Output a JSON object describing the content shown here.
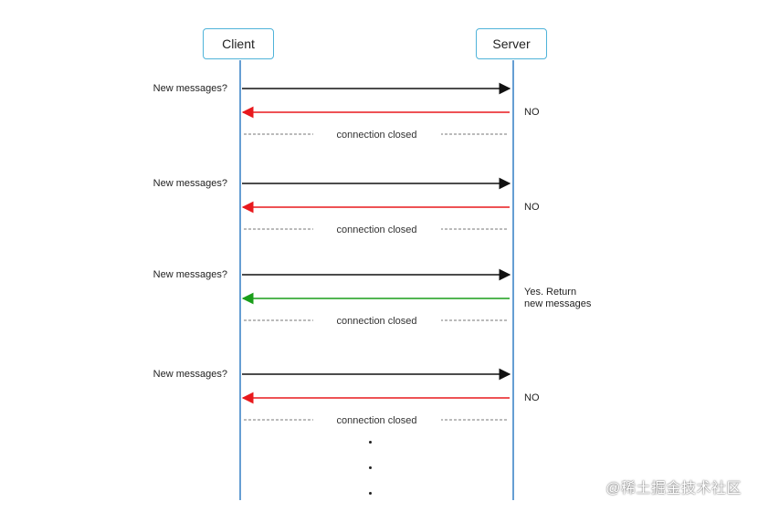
{
  "participants": {
    "client": "Client",
    "server": "Server"
  },
  "exchanges": [
    {
      "request": "New messages?",
      "response": "NO",
      "response_color": "#e8191d",
      "closed": "connection closed"
    },
    {
      "request": "New messages?",
      "response": "NO",
      "response_color": "#e8191d",
      "closed": "connection closed"
    },
    {
      "request": "New messages?",
      "response": "Yes. Return\nnew messages",
      "response_color": "#1a9e1a",
      "closed": "connection closed"
    },
    {
      "request": "New messages?",
      "response": "NO",
      "response_color": "#e8191d",
      "closed": "connection closed"
    }
  ],
  "continuation": "...",
  "watermark": "@稀土掘金技术社区",
  "colors": {
    "lifeline": "#3f86c8",
    "actor_border": "#4fb3d9",
    "request_arrow": "#111111",
    "closed_line": "#777777"
  }
}
